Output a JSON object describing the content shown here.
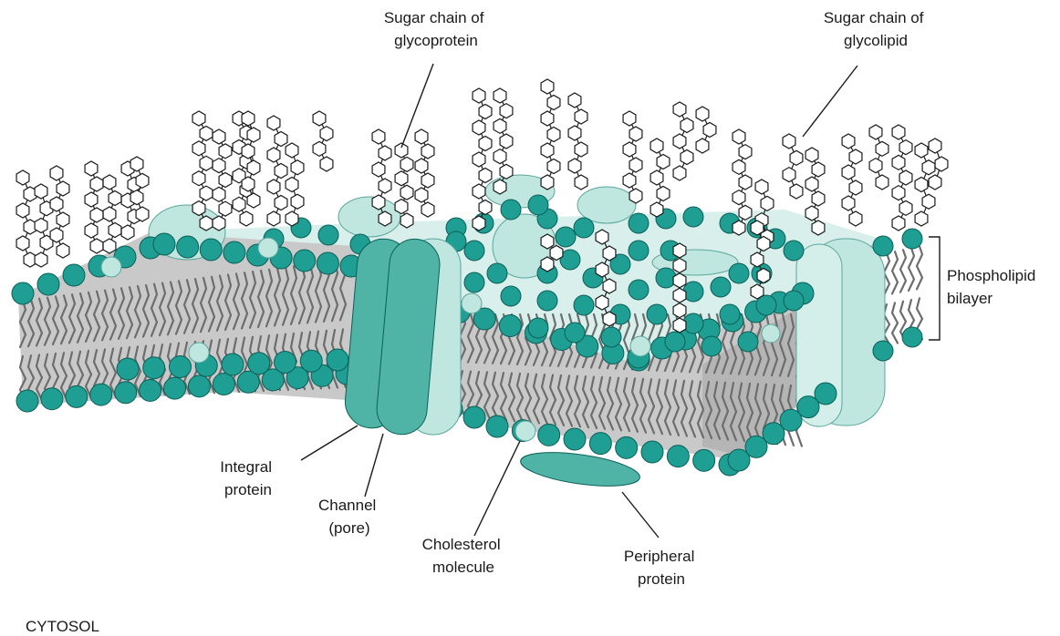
{
  "labels": {
    "glycoprotein_sugar": [
      "Sugar chain of",
      "glycoprotein"
    ],
    "glycolipid_sugar": [
      "Sugar chain of",
      "glycolipid"
    ],
    "phospholipid_bilayer": [
      "Phospholipid",
      "bilayer"
    ],
    "integral_protein": [
      "Integral",
      "protein"
    ],
    "channel": [
      "Channel",
      "(pore)"
    ],
    "cholesterol": [
      "Cholesterol",
      "molecule"
    ],
    "peripheral_protein": [
      "Peripheral",
      "protein"
    ],
    "cytosol": "CYTOSOL"
  },
  "colors": {
    "head": "#1f9e93",
    "head_stroke": "#0d5f58",
    "protein_light": "#bfe6df",
    "protein_dark": "#4fb3a6",
    "core_gray": "#c9c9c9",
    "tail": "#6d6d6d"
  }
}
